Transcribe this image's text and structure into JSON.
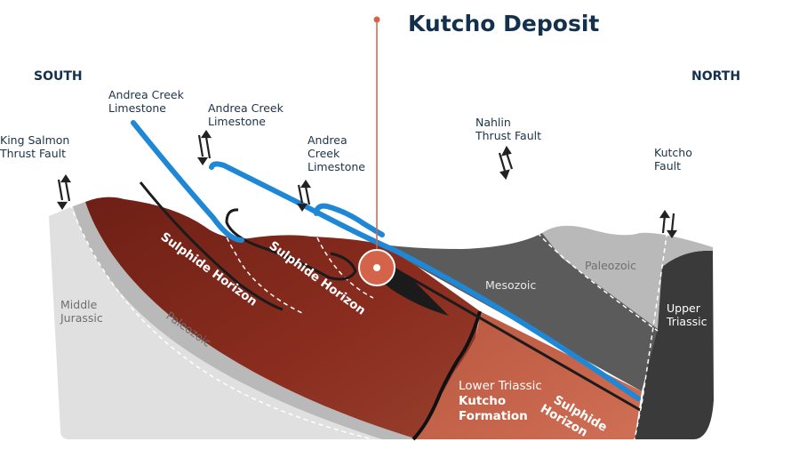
{
  "title": "Kutcho Deposit",
  "directions": {
    "south": "SOUTH",
    "north": "NORTH"
  },
  "labels": {
    "king_salmon": [
      "King Salmon",
      "Thrust Fault"
    ],
    "andrea_creek_1": [
      "Andrea Creek",
      "Limestone"
    ],
    "andrea_creek_2": [
      "Andrea Creek",
      "Limestone"
    ],
    "andrea_creek_3": [
      "Andrea",
      "Creek",
      "Limestone"
    ],
    "nahlin": [
      "Nahlin",
      "Thrust Fault"
    ],
    "kutcho_fault": [
      "Kutcho",
      "Fault"
    ],
    "middle_jurassic": [
      "Middle",
      "Jurassic"
    ],
    "paleozoic_left": "Paleozoic",
    "paleozoic_right": "Paleozoic",
    "mesozoic": "Mesozoic",
    "upper_triassic": [
      "Upper",
      "Triassic"
    ],
    "sulphide_horizon_1": "Sulphide Horizon",
    "sulphide_horizon_2": "Sulphide Horizon",
    "sulphide_horizon_3": [
      "Sulphide",
      "Horizon"
    ],
    "lower_triassic": "Lower Triassic",
    "kutcho_formation": [
      "Kutcho",
      "Formation"
    ]
  },
  "colors": {
    "title": "#13314d",
    "label": "#1c3348",
    "limestone": "#1e88d6",
    "dark_red": "#7e261c",
    "light_red": "#c0604a",
    "marker": "#d3644a",
    "middle_jurassic": "#e0e0e0",
    "paleozoic": "#b9b9b9",
    "mesozoic": "#5b5b5b",
    "upper_triassic": "#3a3a3a"
  },
  "icons": [
    "deposit-marker-icon",
    "fault-arrow-icon"
  ]
}
